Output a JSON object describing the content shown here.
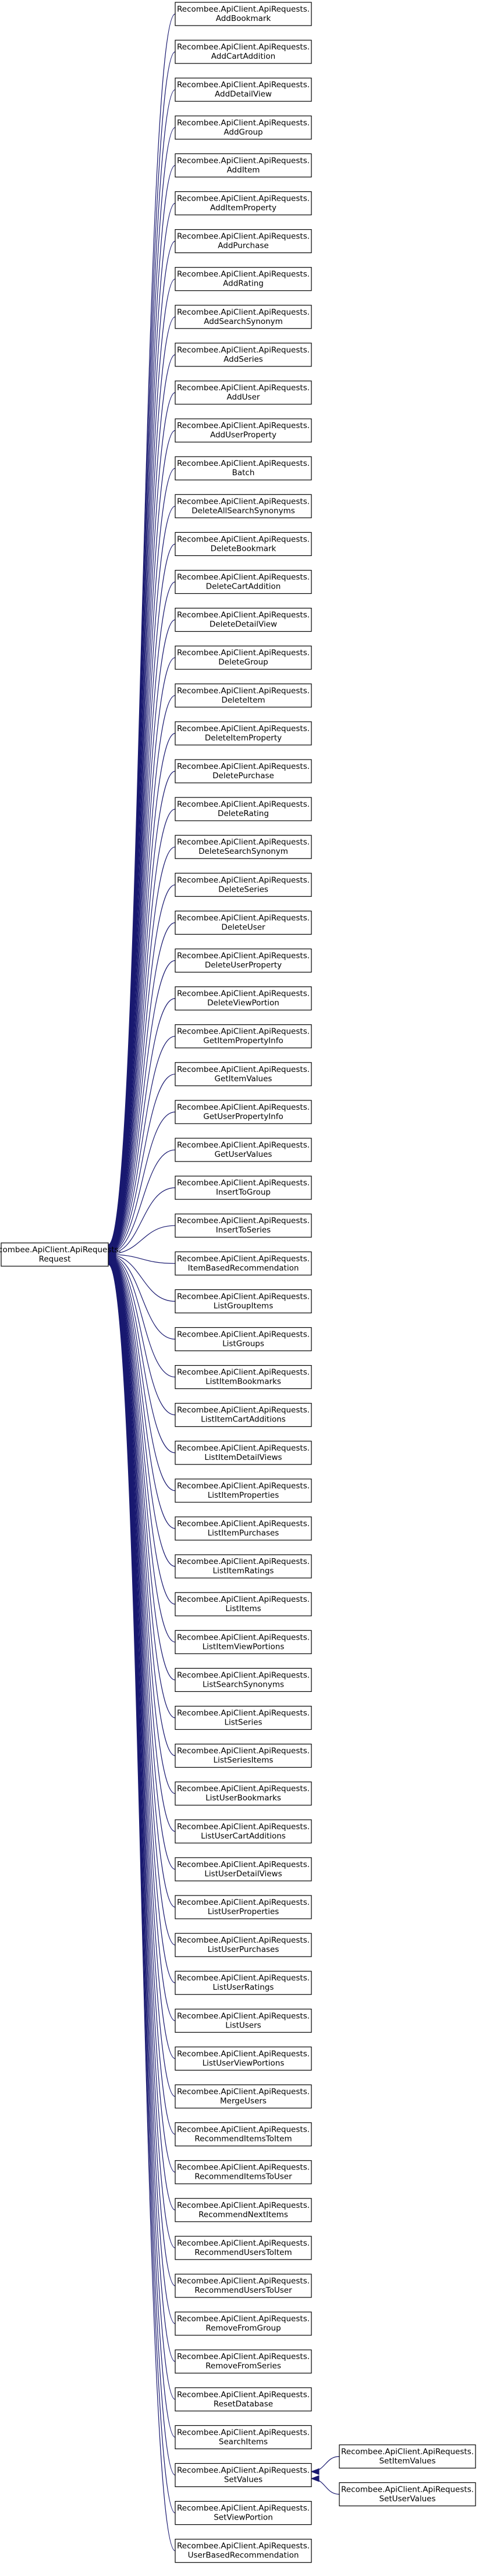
{
  "base_class": {
    "line1": "Recombee.ApiClient.ApiRequests.",
    "line2": "Request"
  },
  "prefix": "Recombee.ApiClient.ApiRequests.",
  "children": [
    "AddBookmark",
    "AddCartAddition",
    "AddDetailView",
    "AddGroup",
    "AddItem",
    "AddItemProperty",
    "AddPurchase",
    "AddRating",
    "AddSearchSynonym",
    "AddSeries",
    "AddUser",
    "AddUserProperty",
    "Batch",
    "DeleteAllSearchSynonyms",
    "DeleteBookmark",
    "DeleteCartAddition",
    "DeleteDetailView",
    "DeleteGroup",
    "DeleteItem",
    "DeleteItemProperty",
    "DeletePurchase",
    "DeleteRating",
    "DeleteSearchSynonym",
    "DeleteSeries",
    "DeleteUser",
    "DeleteUserProperty",
    "DeleteViewPortion",
    "GetItemPropertyInfo",
    "GetItemValues",
    "GetUserPropertyInfo",
    "GetUserValues",
    "InsertToGroup",
    "InsertToSeries",
    "ItemBasedRecommendation",
    "ListGroupItems",
    "ListGroups",
    "ListItemBookmarks",
    "ListItemCartAdditions",
    "ListItemDetailViews",
    "ListItemProperties",
    "ListItemPurchases",
    "ListItemRatings",
    "ListItems",
    "ListItemViewPortions",
    "ListSearchSynonyms",
    "ListSeries",
    "ListSeriesItems",
    "ListUserBookmarks",
    "ListUserCartAdditions",
    "ListUserDetailViews",
    "ListUserProperties",
    "ListUserPurchases",
    "ListUserRatings",
    "ListUsers",
    "ListUserViewPortions",
    "MergeUsers",
    "RecommendItemsToItem",
    "RecommendItemsToUser",
    "RecommendNextItems",
    "RecommendUsersToItem",
    "RecommendUsersToUser",
    "RemoveFromGroup",
    "RemoveFromSeries",
    "ResetDatabase",
    "SearchItems",
    "SetValues",
    "SetViewPortion",
    "UserBasedRecommendation"
  ],
  "set_values_children": [
    "SetItemValues",
    "SetUserValues"
  ]
}
